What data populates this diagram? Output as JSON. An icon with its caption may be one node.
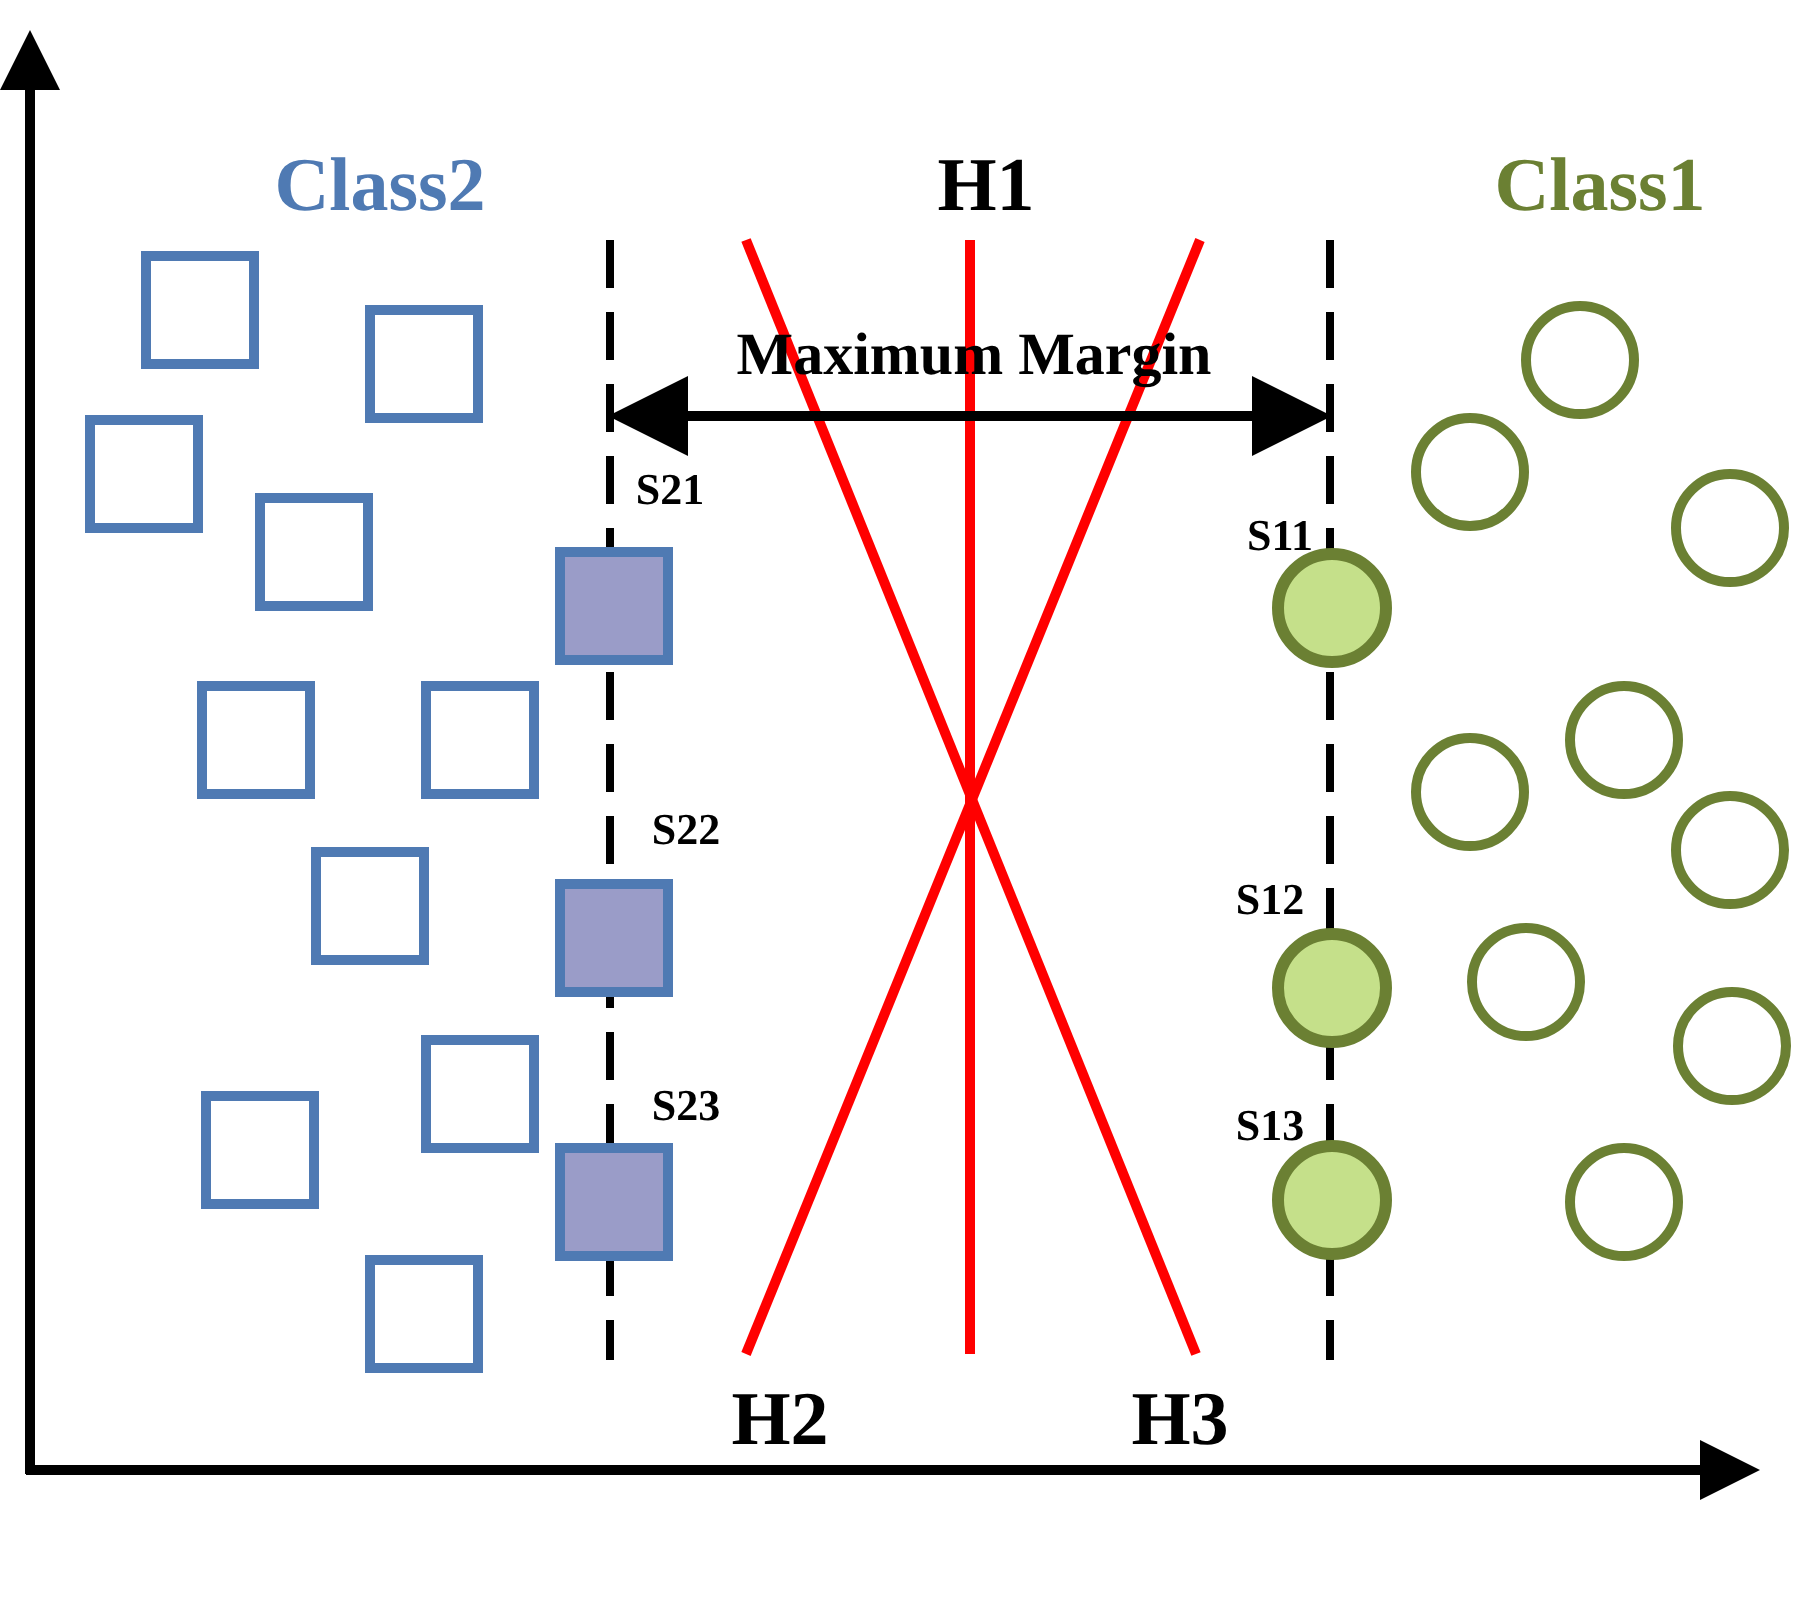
{
  "diagram": {
    "labels": [
      "Class2",
      "H1",
      "Class1",
      "Maximum Margin",
      "S21",
      "S11",
      "S22",
      "S12",
      "S23",
      "S13",
      "H2",
      "H3"
    ]
  }
}
